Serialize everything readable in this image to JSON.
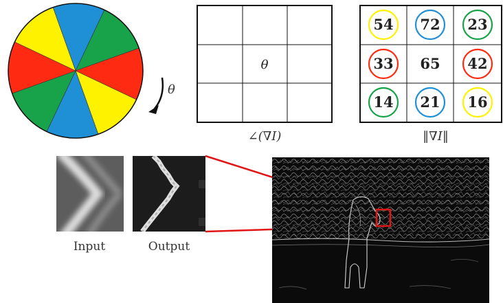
{
  "wheel": {
    "theta_label": "θ",
    "colors": {
      "blue": "#1f8fd6",
      "green": "#18a34a",
      "yellow": "#fff200",
      "red": "#ff2a12"
    },
    "sector_colors": [
      "blue",
      "green",
      "red",
      "yellow",
      "blue",
      "green",
      "red",
      "yellow"
    ]
  },
  "angle_grid": {
    "center_label": "θ",
    "caption": "∠(∇I)"
  },
  "magnitude_grid": {
    "caption": "‖∇I‖",
    "cells": [
      {
        "value": "54",
        "ring": "yellow"
      },
      {
        "value": "72",
        "ring": "blue"
      },
      {
        "value": "23",
        "ring": "green"
      },
      {
        "value": "33",
        "ring": "red"
      },
      {
        "value": "65",
        "ring": ""
      },
      {
        "value": "42",
        "ring": "red"
      },
      {
        "value": "14",
        "ring": "green"
      },
      {
        "value": "21",
        "ring": "blue"
      },
      {
        "value": "16",
        "ring": "yellow"
      }
    ]
  },
  "patches": {
    "input_label": "Input",
    "output_label": "Output"
  },
  "highlight_color": "#e01515"
}
